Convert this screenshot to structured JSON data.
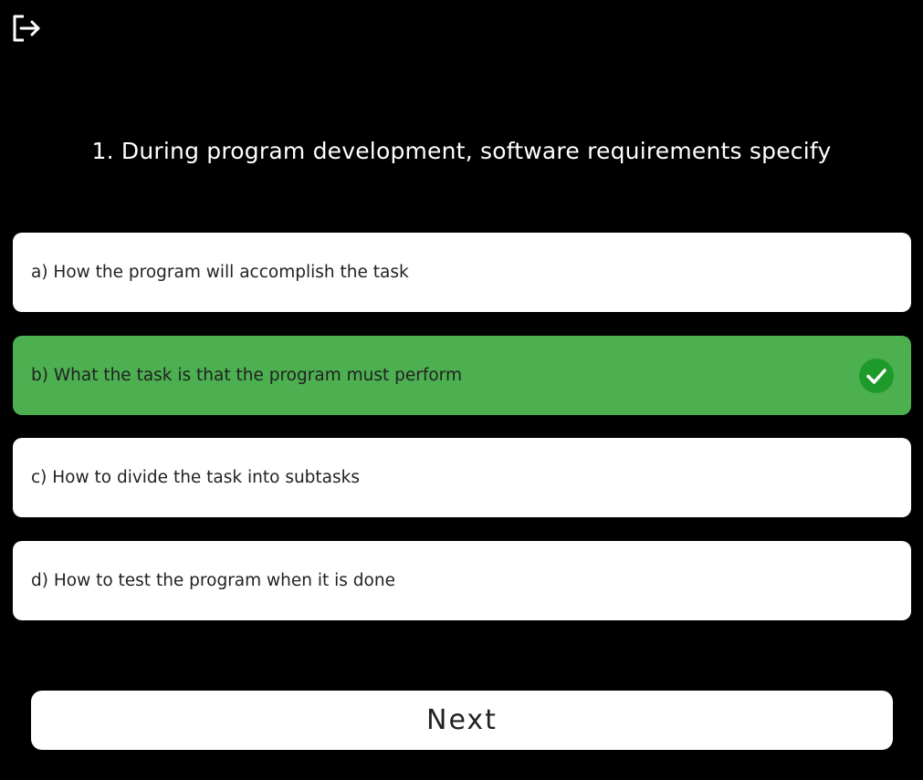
{
  "header": {
    "exit_icon": "logout-icon"
  },
  "question": {
    "text": "1. During program development, software requirements specify"
  },
  "options": [
    {
      "label": "a) How the program will accomplish the task",
      "selected": false
    },
    {
      "label": "b) What the task is that the program must perform",
      "selected": true
    },
    {
      "label": "c) How to divide the task into subtasks",
      "selected": false
    },
    {
      "label": "d) How to test the program when it is done",
      "selected": false
    }
  ],
  "selected_icon": "check-circle-icon",
  "footer": {
    "next_label": "Next"
  },
  "colors": {
    "background": "#000000",
    "option_bg": "#ffffff",
    "selected_bg": "#4caf50",
    "check_circle": "#1e9a2a",
    "text_dark": "#222222",
    "text_light": "#ffffff"
  }
}
